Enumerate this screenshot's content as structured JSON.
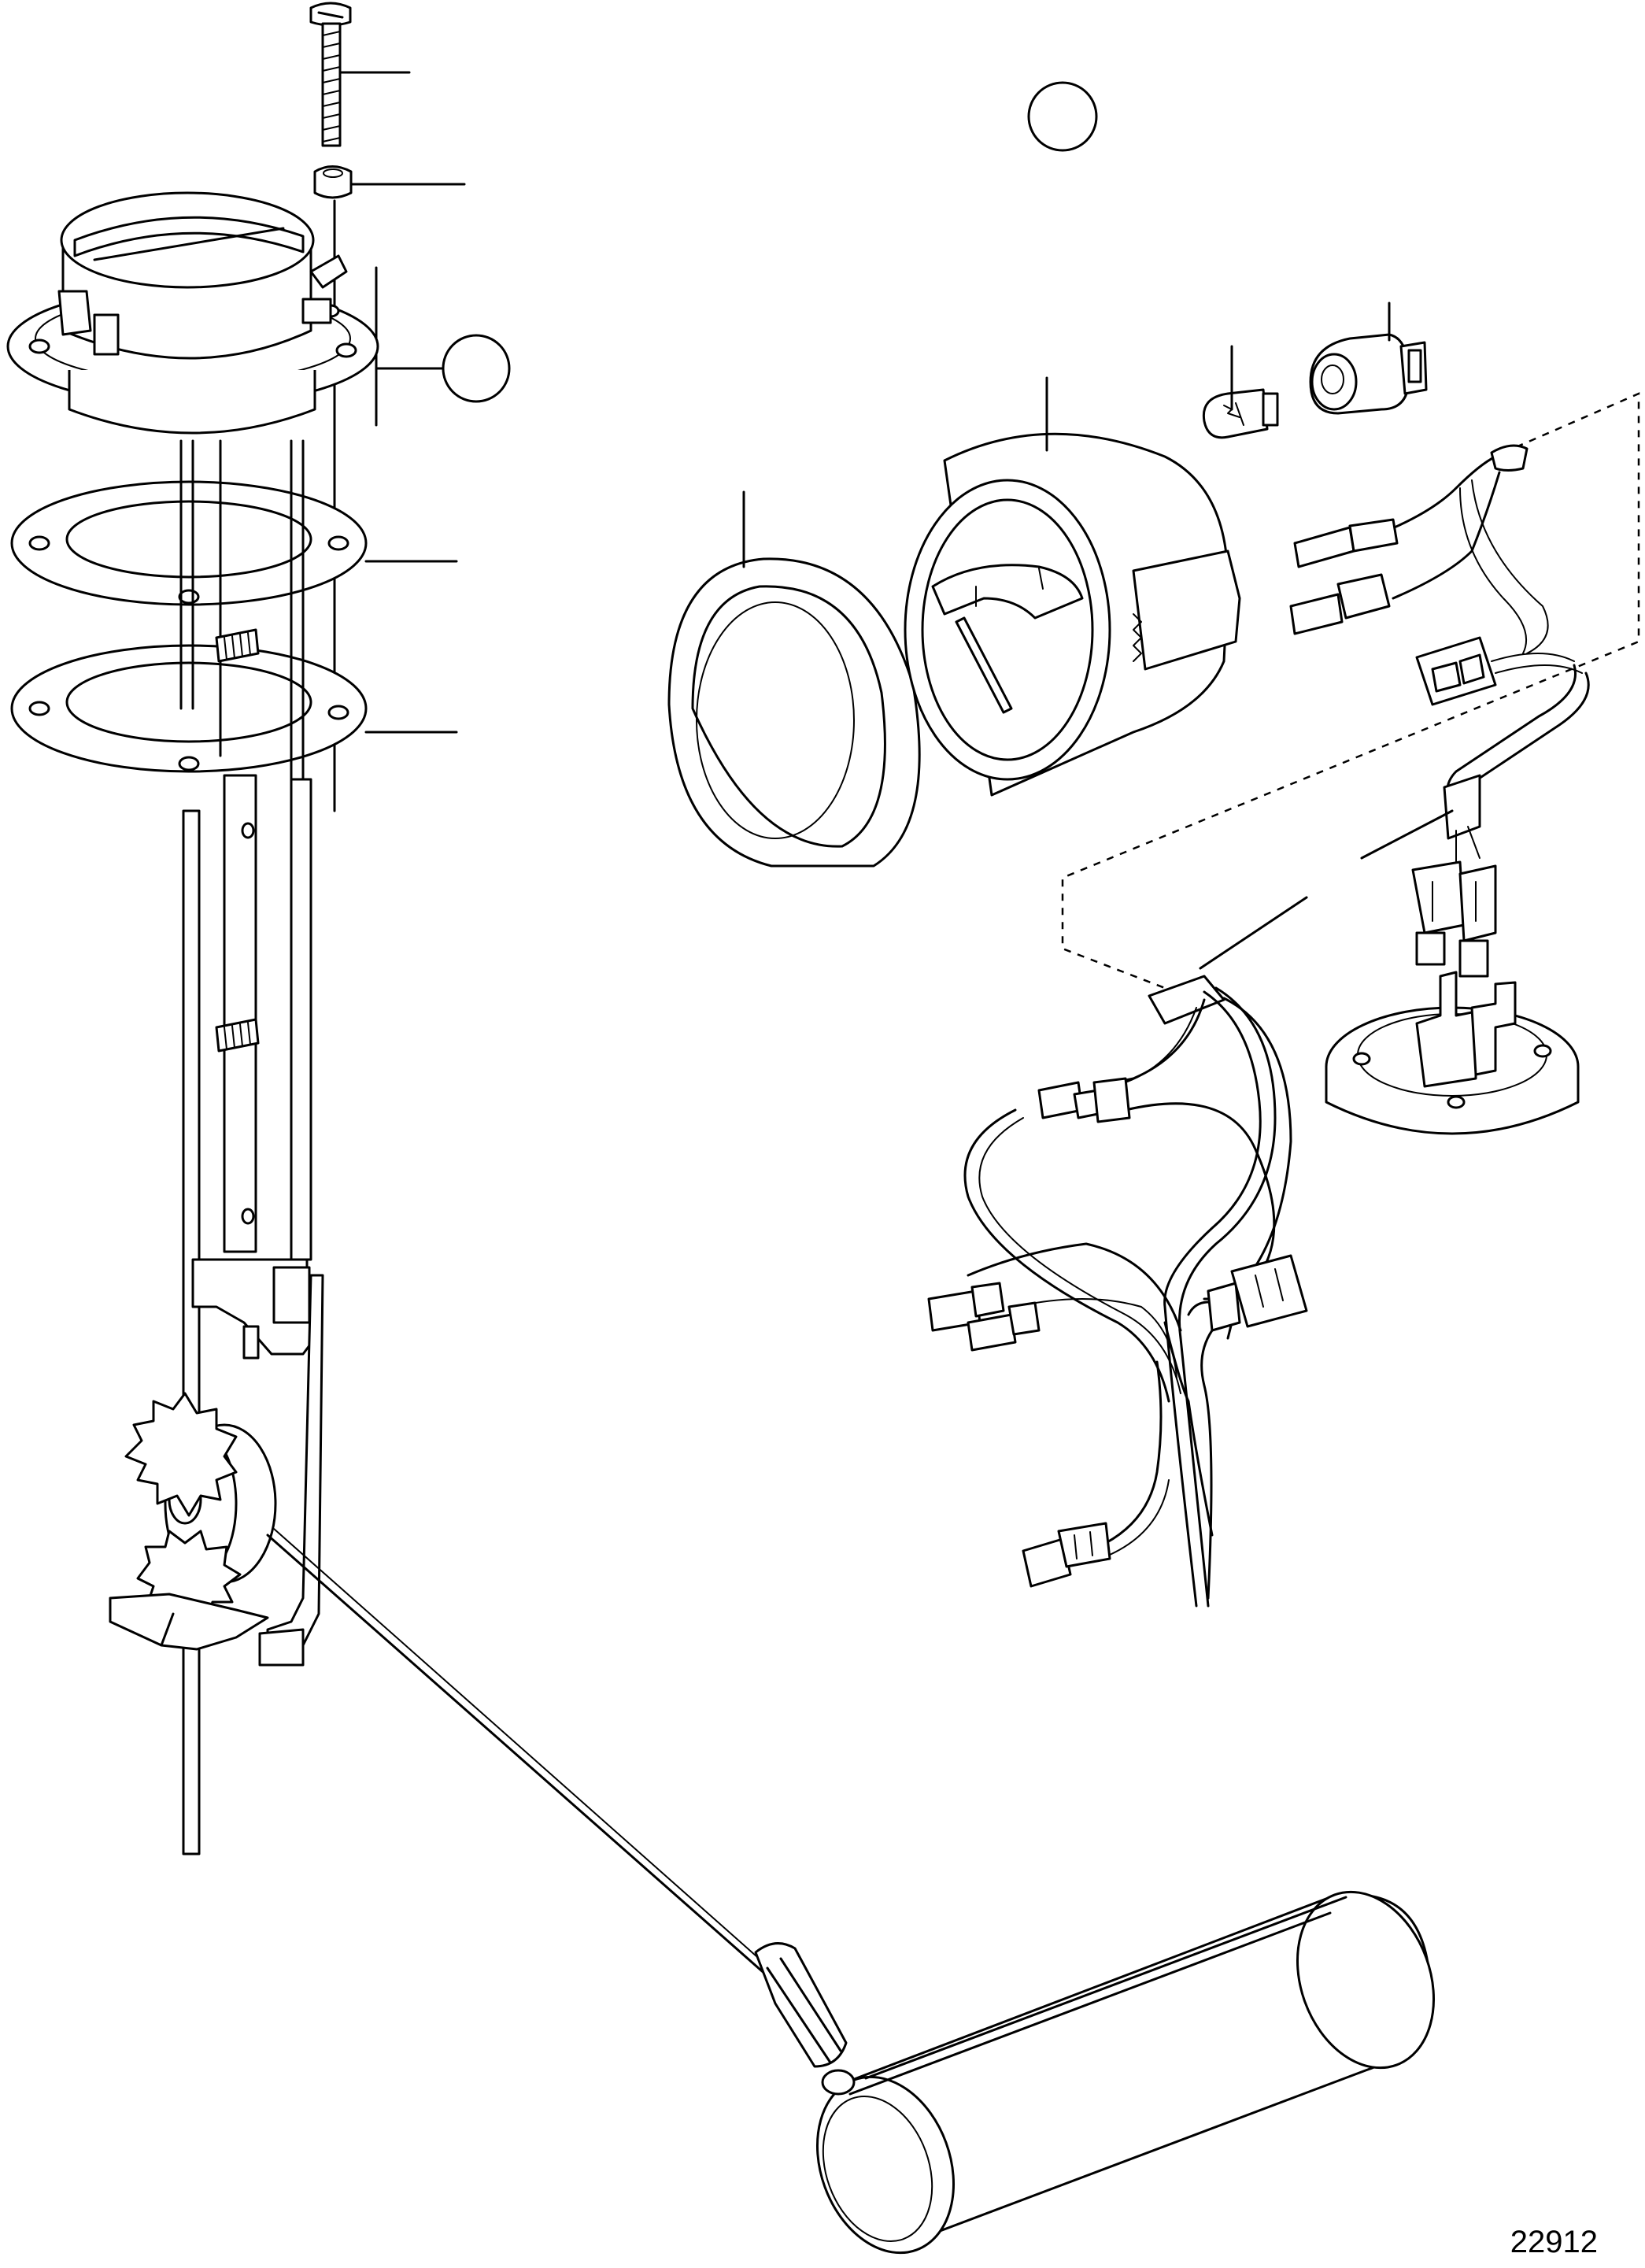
{
  "figure_number": "22912",
  "colors": {
    "line": "#000000",
    "background": "#ffffff"
  },
  "components": [
    "screw",
    "nut",
    "tank-sender-head",
    "reference-circle",
    "gasket",
    "sender-tube",
    "float-arm",
    "float",
    "gauge-bezel",
    "fuel-gauge",
    "bulb",
    "bulb-holder",
    "wiring-harness",
    "connectors",
    "sender-socket"
  ]
}
